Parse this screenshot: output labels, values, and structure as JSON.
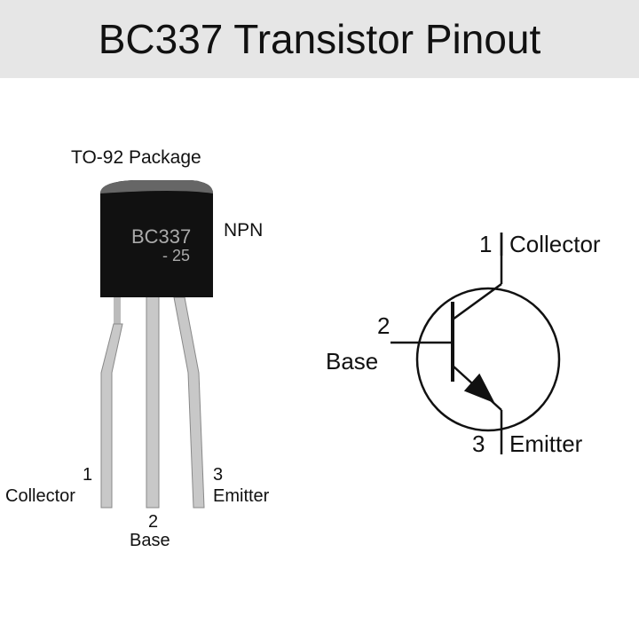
{
  "title": "BC337 Transistor Pinout",
  "package": {
    "label": "TO-92 Package",
    "marking_line1": "BC337",
    "marking_line2": "- 25",
    "type": "NPN"
  },
  "pins_package": [
    {
      "num": "1",
      "name": "Collector"
    },
    {
      "num": "2",
      "name": "Base"
    },
    {
      "num": "3",
      "name": "Emitter"
    }
  ],
  "pins_symbol": [
    {
      "num": "1",
      "name": "Collector"
    },
    {
      "num": "2",
      "name": "Base"
    },
    {
      "num": "3",
      "name": "Emitter"
    }
  ]
}
